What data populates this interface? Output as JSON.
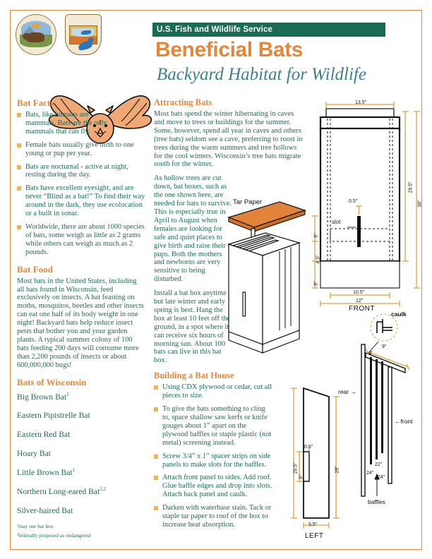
{
  "header": {
    "agency_banner": "U.S. Fish and Wildlife Service",
    "title": "Beneficial Bats",
    "subtitle": "Backyard Habitat for Wildlife",
    "seal_doi_name": "department-of-the-interior-seal",
    "seal_fws_name": "fish-and-wildlife-service-seal",
    "banner_color": "#1a6b53",
    "title_color": "#e2883c",
    "subtitle_color": "#3f7f8c"
  },
  "bat_facts": {
    "heading": "Bat Facts",
    "items": [
      "Bats, like humans are mammals. Bats are the only mammals that can fly.",
      "Female bats usually give birth to one young or pup per year.",
      "Bats are nocturnal - active at night, resting during the day.",
      "Bats have excellent eyesight, and are never “Blind as a bat!”  To find their way around in the dark, they use ecolocation or a built in sonar.",
      "Worldwide, there are about 1000 species of bats, some weigh as little as 2 grams while others can weigh as much as 2 pounds."
    ]
  },
  "bat_food": {
    "heading": "Bat Food",
    "paragraph": "Most bats in the United States, including all bats found in Wisconsin, feed exclusively on insects.  A bat feasting on moths, mosquitos, beetles and other insects can eat one half of its body weight in one night!  Backyard bats help reduce insect pests that bother you and your garden plants.  A typical summer colony of 100 bats feeding 200 days will consume more than 2,200 pounds of insects or about 600,000,000 bugs!"
  },
  "bats_of_wisconsin": {
    "heading": "Bats of Wisconsin",
    "species": [
      {
        "name": "Big Brown Bat",
        "footnote": "1"
      },
      {
        "name": "Eastern Pipistrelle Bat",
        "footnote": ""
      },
      {
        "name": "Eastern Red Bat",
        "footnote": ""
      },
      {
        "name": "Hoary Bat",
        "footnote": ""
      },
      {
        "name": "Little Brown Bat",
        "footnote": "1"
      },
      {
        "name": "Northern Long-eared Bat",
        "footnote": "1,2"
      },
      {
        "name": "Silver-haired Bat",
        "footnote": ""
      }
    ],
    "footnotes": [
      "¹may use bat box",
      "²federally proposed as endangered"
    ]
  },
  "attracting_bats": {
    "heading": "Attracting Bats",
    "paragraphs": [
      "Most bats spend the winter hibernating in caves and move to trees or buildings for the summer.  Some, however, spend all year in caves and others (tree bats) seldom see a cave, preferring to roost in trees during the warm summers and tree hollows for the cool winters.  Wisconsin’s tree bats migrate south for the winter.",
      "As hollow trees are cut down, bat boxes, such as the one shown here, are needed for bats to survive.  This is especially true in April to August when females are looking for safe and quiet places to give birth and raise their pups. Both the mothers and newborns are very sensitive to being disturbed.",
      "Install a bat box anytime but late winter and early spring is best.  Hang the box at least 10 feet off the ground, in a spot where it can receive six hours of morning sun.  About 100 bats can live in this bat box."
    ]
  },
  "building_a_bat_house": {
    "heading": "Building a Bat House",
    "items": [
      "Using CDX plywood or cedar, cut all pieces to size.",
      "To give the bats something to cling to, space shallow saw kerfs or knife gouges about 1” apart on the plywood baffles or staple plastic (not metal) screening instead.",
      "Screw 3/4” x 1” spacer strips on side panels to make slots for the baffles.",
      "Attach front panel to sides. Add roof. Glue baffle edges and drop into slots. Attach back panel and caulk.",
      "Darken with waterbase stain. Tack or staple tar paper to roof of the box to increase heat absorption."
    ]
  },
  "illustration": {
    "tar_paper_label": "Tar Paper",
    "tar_paper_color": "#e2833c"
  },
  "diagrams": {
    "front_view": {
      "label": "FRONT",
      "dims": {
        "top_width": "13.5\"",
        "body_height": "29.5\"",
        "total_height": "36\"",
        "slot_width": "0.5\"",
        "slot_label": "slot",
        "seg_a": "6\"",
        "seg_b": "4.5\"",
        "seg_c": "6\"",
        "inner_width": "10.5\"",
        "outer_width": "12\""
      }
    },
    "left_view": {
      "label": "LEFT",
      "dims": {
        "height_back": "29.5\"",
        "notch_width": "0.5\"",
        "notch_height": "6\"",
        "height_front": "28\"",
        "depth": "5.5\""
      }
    },
    "section_view": {
      "caulk_label": "caulk",
      "rear_label": "rear →",
      "front_label": "←front",
      "baffles_label": "baffles",
      "roof_dim": "9\"",
      "baffle_dims": [
        "22\"",
        "24\"",
        "24\""
      ]
    }
  }
}
